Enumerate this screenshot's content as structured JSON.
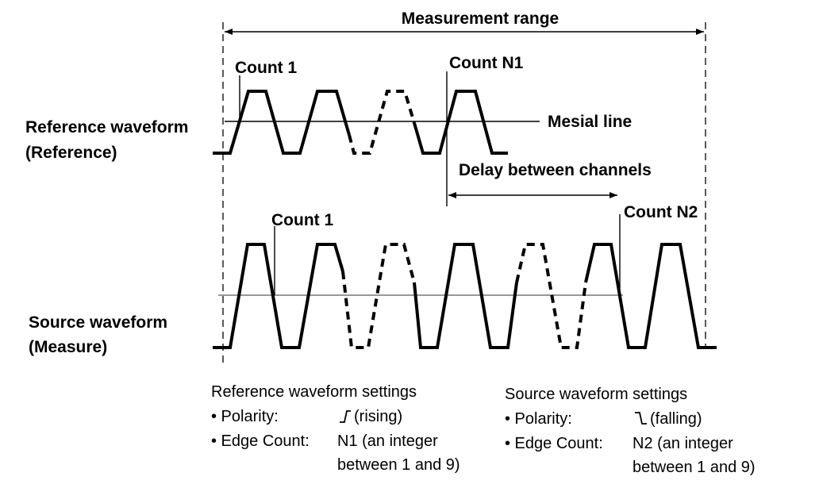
{
  "labels": {
    "measurement_range": "Measurement range",
    "count1_ref": "Count 1",
    "countN1": "Count N1",
    "ref_waveform": "Reference waveform",
    "ref_paren": "(Reference)",
    "mesial_line": "Mesial line",
    "delay": "Delay between channels",
    "count1_src": "Count 1",
    "countN2": "Count N2",
    "src_waveform": "Source waveform",
    "src_paren": "(Measure)"
  },
  "ref_settings": {
    "title": "Reference waveform settings",
    "polarity_label": "• Polarity:",
    "polarity_value": "(rising)",
    "polarity_icon": "rising-edge-icon",
    "edge_label": "• Edge Count:",
    "edge_value_line1": "N1 (an integer",
    "edge_value_line2": "between 1 and 9)"
  },
  "src_settings": {
    "title": "Source waveform settings",
    "polarity_label": "• Polarity:",
    "polarity_value": "(falling)",
    "polarity_icon": "falling-edge-icon",
    "edge_label": "• Edge Count:",
    "edge_value_line1": "N2 (an integer",
    "edge_value_line2": "between 1 and 9)"
  }
}
